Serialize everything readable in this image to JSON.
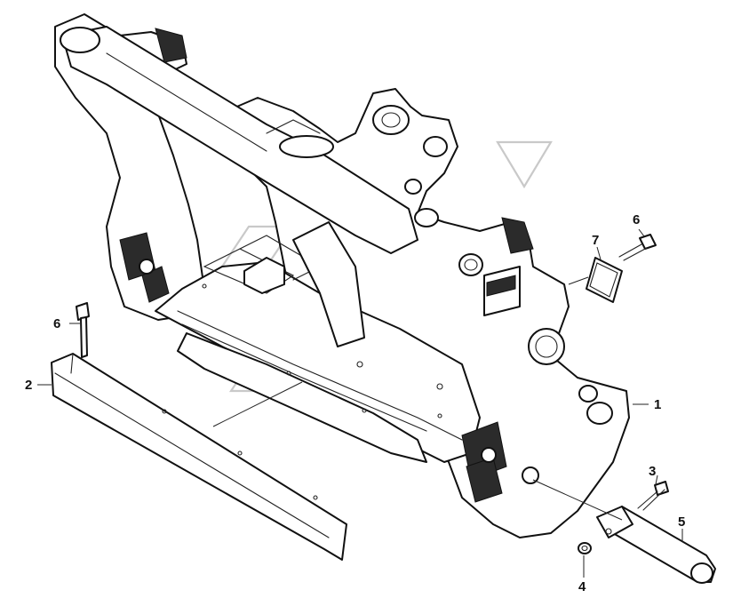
{
  "diagram": {
    "callouts": [
      {
        "id": "callout-1",
        "label": "1"
      },
      {
        "id": "callout-2",
        "label": "2"
      },
      {
        "id": "callout-3",
        "label": "3"
      },
      {
        "id": "callout-4",
        "label": "4"
      },
      {
        "id": "callout-5",
        "label": "5"
      },
      {
        "id": "callout-6a",
        "label": "6"
      },
      {
        "id": "callout-6b",
        "label": "6"
      },
      {
        "id": "callout-7",
        "label": "7"
      }
    ]
  },
  "colors": {
    "line": "#111111",
    "background": "#ffffff",
    "watermark": "#c9c9c9"
  }
}
